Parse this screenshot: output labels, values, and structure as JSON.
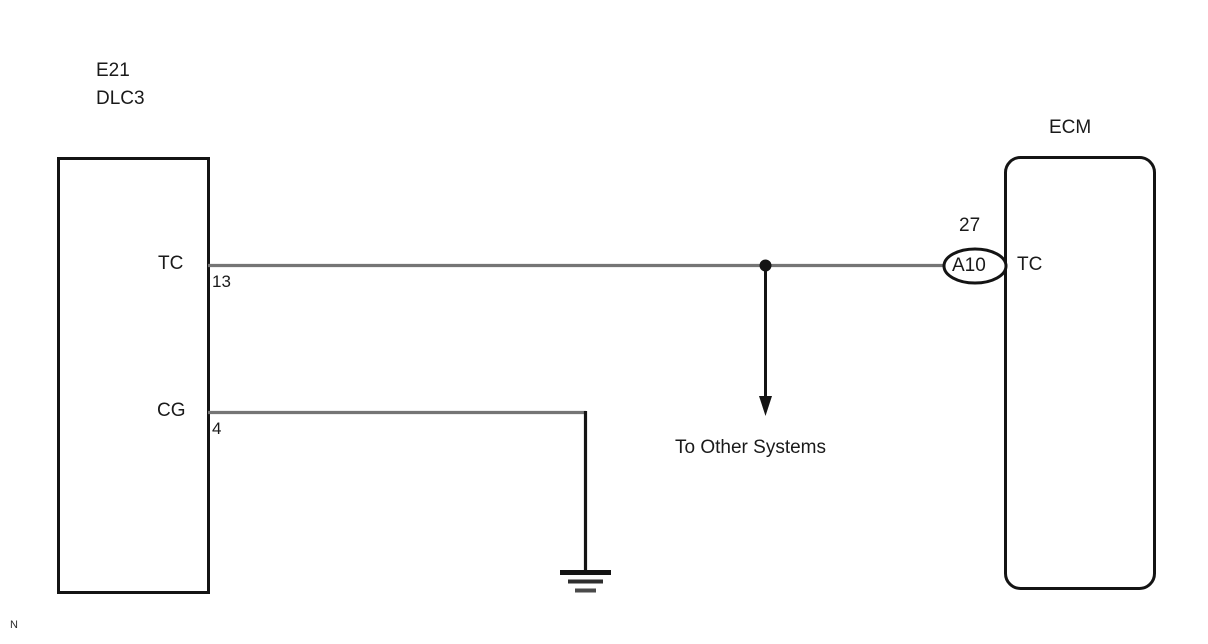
{
  "diagram": {
    "type": "automotive-wiring-diagram",
    "background_color": "#ffffff",
    "wire_color": "#757575",
    "outline_color": "#141414",
    "corner_mark": "N",
    "left_connector": {
      "name": "DLC3",
      "code": "E21",
      "shape": "rectangle",
      "terminals": [
        {
          "label": "TC",
          "pin": "13"
        },
        {
          "label": "CG",
          "pin": "4"
        }
      ]
    },
    "right_connector": {
      "name": "ECM",
      "shape": "rounded-rectangle",
      "connector_number": "27",
      "connector_id": "A10",
      "terminals": [
        {
          "label": "TC"
        }
      ]
    },
    "branch": {
      "label": "To Other Systems",
      "junction": true,
      "arrow": "down"
    },
    "ground": {
      "symbol": "chassis-ground",
      "bars": 3
    }
  }
}
